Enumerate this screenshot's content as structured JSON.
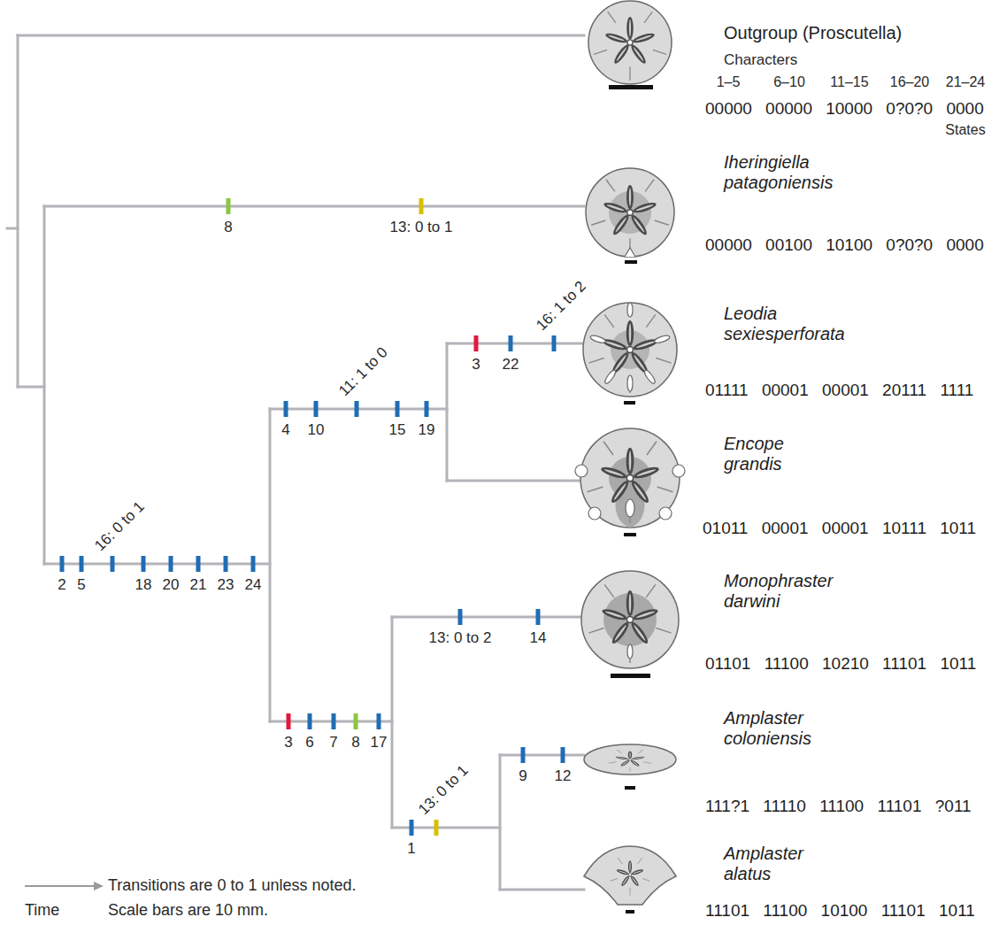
{
  "diagram": {
    "nodes": [
      {
        "text": [
          "Outgroup (Proscutella)",
          "00000 00000 10000 0?0?0 0000"
        ]
      },
      {
        "text": [
          "Iheringiella patagoniensis",
          "00000 00100 10100 0?0?0 0000"
        ]
      },
      {
        "text": [
          "Leodia sexiesperforata",
          "01111 00001 00001 20111 1111"
        ]
      },
      {
        "text": [
          "Encope grandis",
          "01011 00001 00001 10111 1011"
        ]
      },
      {
        "text": [
          "Monophraster darwini",
          "01101 11100 10210 11101 1011"
        ]
      },
      {
        "text": [
          "Amplaster coloniensis",
          "111?1 11110 11100 11101 ?011"
        ]
      },
      {
        "text": [
          "Amplaster alatus",
          "11101 11100 10100 11101 1011"
        ]
      }
    ],
    "labels": [
      "Characters",
      "1–5",
      "6–10",
      "11–15",
      "16–20",
      "21–24",
      "States",
      "8",
      "13: 0 to 1",
      "16: 1 to 2",
      "3",
      "22",
      "11: 1 to 0",
      "4",
      "10",
      "15",
      "19",
      "16: 0 to 1",
      "2",
      "5",
      "18",
      "20",
      "21",
      "23",
      "24",
      "3",
      "6",
      "7",
      "8",
      "17",
      "13: 0 to 2",
      "14",
      "1",
      "13: 0 to 1",
      "9",
      "12",
      "Transitions are 0 to 1 unless noted.",
      "Time",
      "Scale bars are 10 mm."
    ]
  }
}
